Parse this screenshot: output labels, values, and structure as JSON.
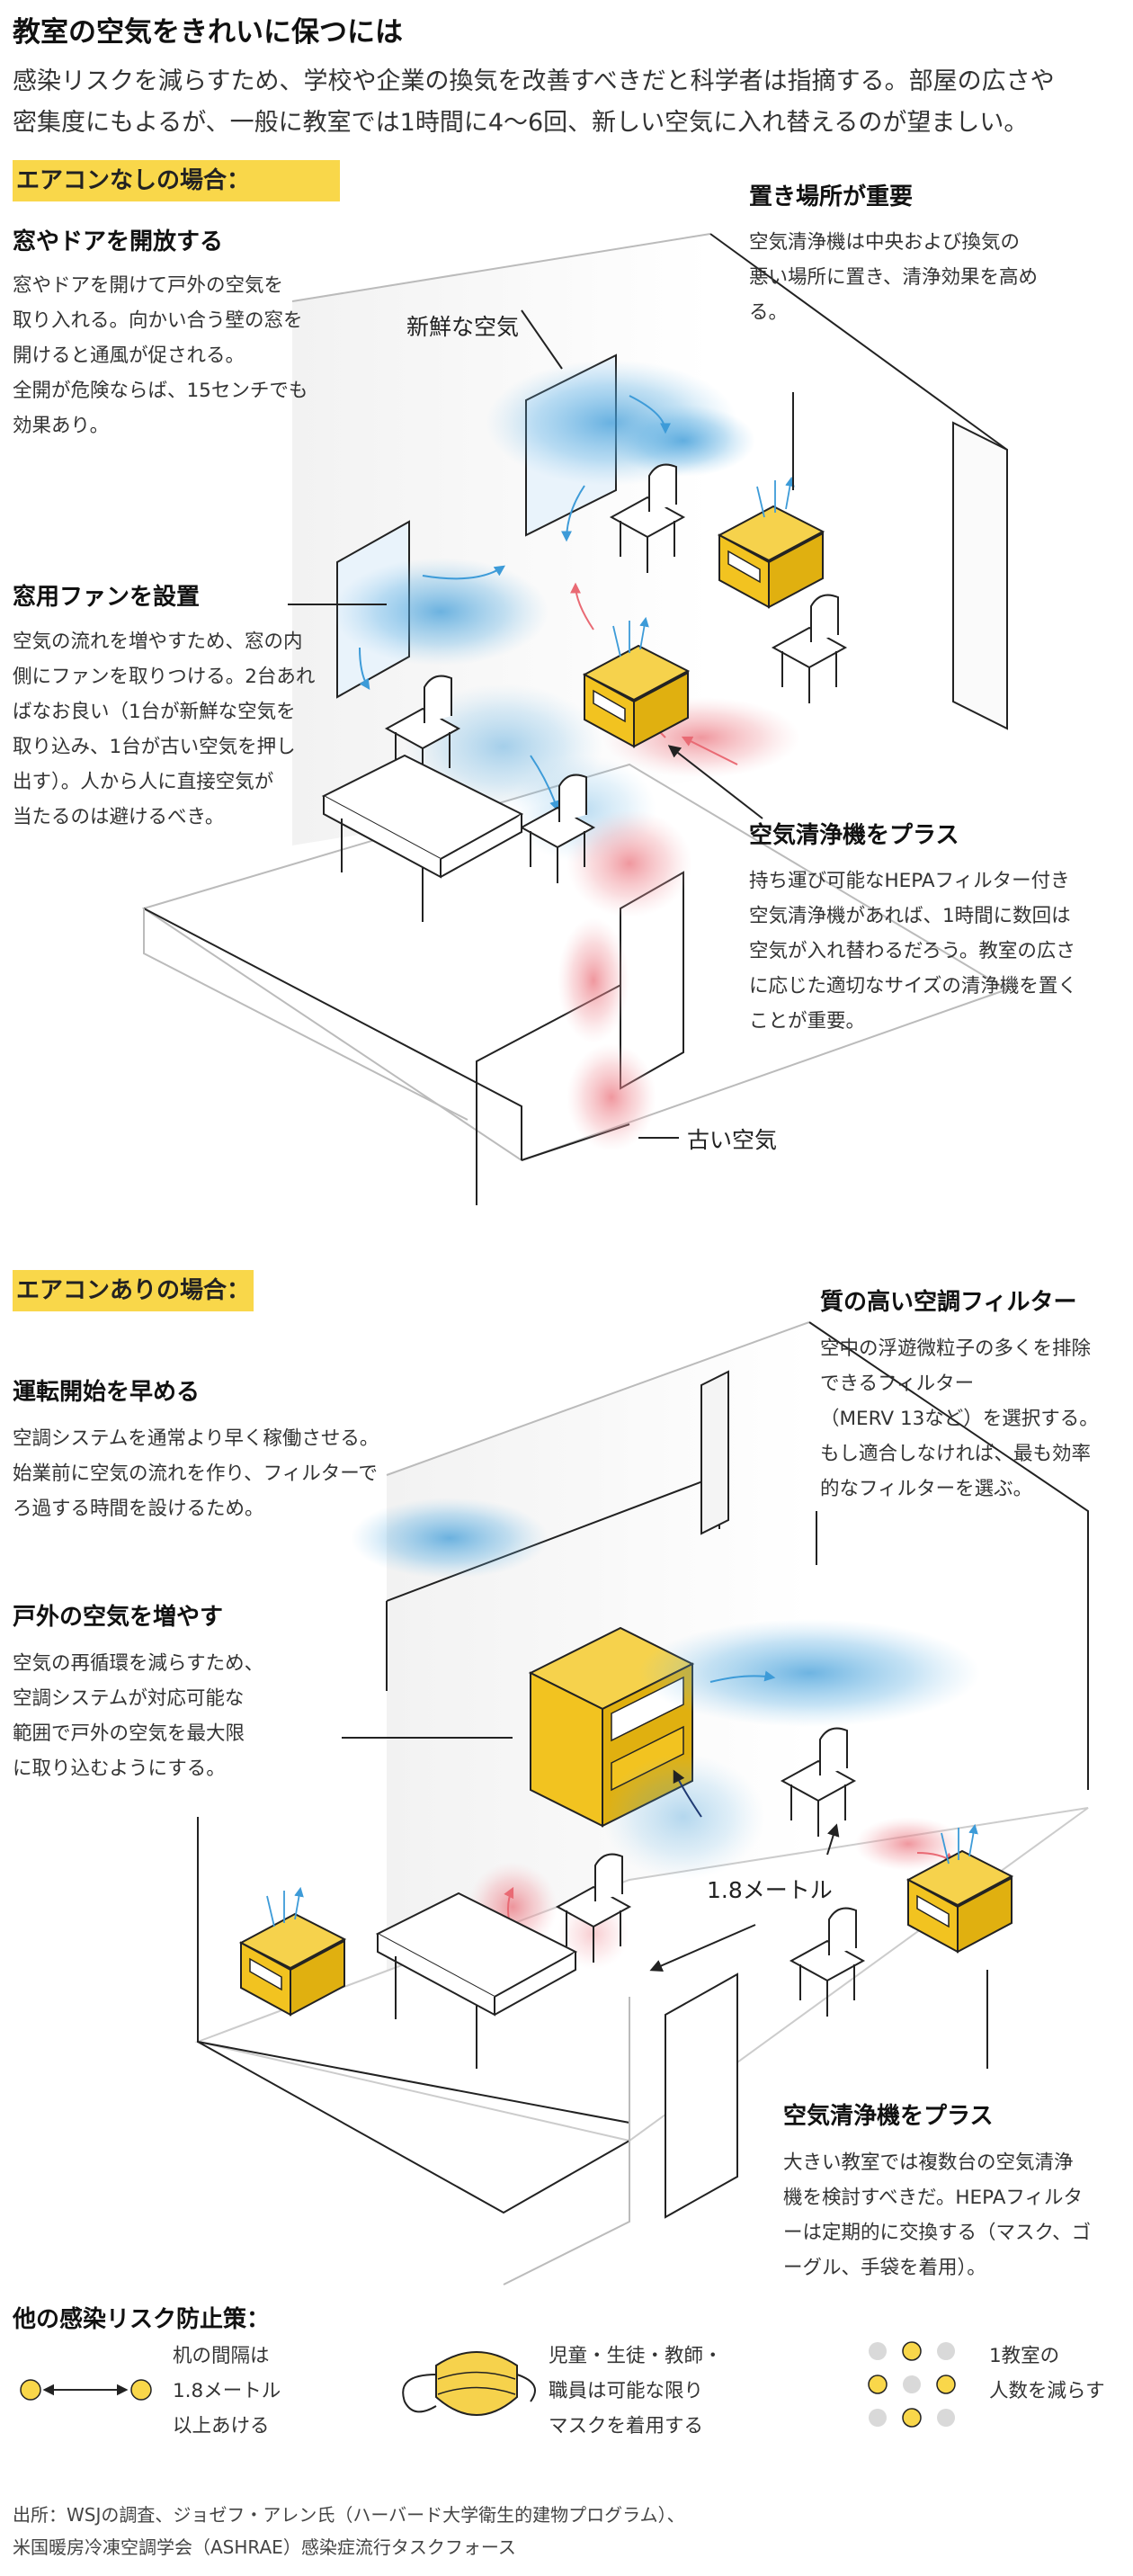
{
  "title": "教室の空気をきれいに保つには",
  "intro": [
    "感染リスクを減らすため、学校や企業の換気を改善すべきだと科学者は指摘する。部屋の広さや",
    "密集度にもよるが、一般に教室では1時間に4〜6回、新しい空気に入れ替えるのが望ましい。"
  ],
  "section1": {
    "tag": "エアコンなしの場合：",
    "windows": {
      "title": "窓やドアを開放する",
      "lines": [
        "窓やドアを開けて戸外の空気を",
        "取り入れる。向かい合う壁の窓を",
        "開けると通風が促される。",
        "全開が危険ならば、15センチでも",
        "効果あり。"
      ]
    },
    "fan": {
      "title": "窓用ファンを設置",
      "lines": [
        "空気の流れを増やすため、窓の内",
        "側にファンを取りつける。2台あれ",
        "ばなお良い（1台が新鮮な空気を",
        "取り込み、1台が古い空気を押し",
        "出す）。人から人に直接空気が",
        "当たるのは避けるべき。"
      ]
    },
    "placement": {
      "title": "置き場所が重要",
      "lines": [
        "空気清浄機は中央および換気の",
        "悪い場所に置き、清浄効果を高め",
        "る。"
      ]
    },
    "purifier": {
      "title": "空気清浄機をプラス",
      "lines": [
        "持ち運び可能なHEPAフィルター付き",
        "空気清浄機があれば、1時間に数回は",
        "空気が入れ替わるだろう。教室の広さ",
        "に応じた適切なサイズの清浄機を置く",
        "ことが重要。"
      ]
    },
    "fresh_air": "新鮮な空気",
    "old_air": "古い空気"
  },
  "section2": {
    "tag": "エアコンありの場合：",
    "start": {
      "title": "運転開始を早める",
      "lines": [
        "空調システムを通常より早く稼働させる。",
        "始業前に空気の流れを作り、フィルターで",
        "ろ過する時間を設けるため。"
      ]
    },
    "outdoor": {
      "title": "戸外の空気を増やす",
      "lines": [
        "空気の再循環を減らすため、",
        "空調システムが対応可能な",
        "範囲で戸外の空気を最大限",
        "に取り込むようにする。"
      ]
    },
    "filter": {
      "title": "質の高い空調フィルター",
      "lines": [
        "空中の浮遊微粒子の多くを排除",
        "できるフィルター",
        "（MERV 13など）を選択する。",
        "もし適合しなければ、最も効率",
        "的なフィルターを選ぶ。"
      ]
    },
    "purifier": {
      "title": "空気清浄機をプラス",
      "lines": [
        "大きい教室では複数台の空気清浄",
        "機を検討すべきだ。HEPAフィルタ",
        "ーは定期的に交換する（マスク、ゴ",
        "ーグル、手袋を着用）。"
      ]
    },
    "distance": "1.8メートル"
  },
  "other": {
    "title": "他の感染リスク防止策：",
    "items": [
      {
        "lines": [
          "机の間隔は",
          "1.8メートル",
          "以上あける"
        ]
      },
      {
        "lines": [
          "児童・生徒・教師・",
          "職員は可能な限り",
          "マスクを着用する"
        ]
      },
      {
        "lines": [
          "1教室の",
          "人数を減らす"
        ]
      }
    ]
  },
  "source": [
    "出所：WSJの調査、ジョゼフ・アレン氏（ハーバード大学衛生的建物プログラム）、",
    "米国暖房冷凍空調学会（ASHRAE）感染症流行タスクフォース"
  ],
  "colors": {
    "accent_yellow": "#f9d74a",
    "device_yellow": "#f2c320",
    "fresh_blue": "#3d9bd8",
    "stale_red": "#e96a74",
    "line": "#222222",
    "dot_gray": "#d9d9d9"
  }
}
